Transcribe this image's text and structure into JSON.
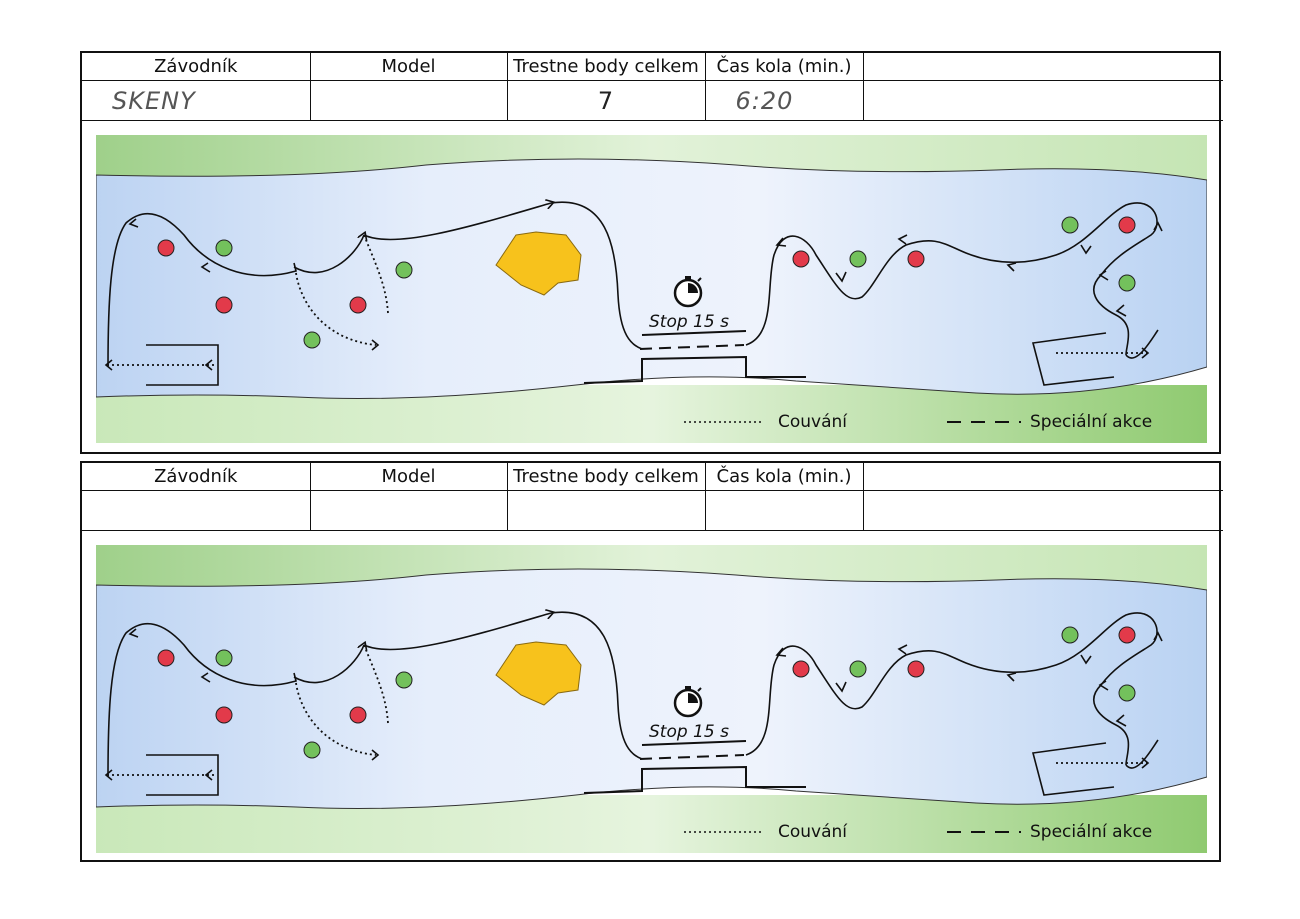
{
  "sheets": [
    {
      "columns": [
        "Závodník",
        "Model",
        "Trestne body celkem",
        "Čas kola (min.)",
        ""
      ],
      "values": [
        "SKENY",
        "",
        "7",
        "6:20",
        ""
      ],
      "stop_label": "Stop 15 s",
      "legend_reverse": "Couvání",
      "legend_special": "Speciální akce"
    },
    {
      "columns": [
        "Závodník",
        "Model",
        "Trestne body celkem",
        "Čas kola (min.)",
        ""
      ],
      "values": [
        "",
        "",
        "",
        "",
        ""
      ],
      "stop_label": "Stop 15 s",
      "legend_reverse": "Couvání",
      "legend_special": "Speciální akce"
    }
  ],
  "colors": {
    "red_gate": "#e23a4a",
    "green_gate": "#73c15c",
    "obstacle": "#f7c21c",
    "water": "#c9dcf5",
    "grass": "#a9d68c"
  },
  "icons": [
    "stopwatch-icon"
  ]
}
